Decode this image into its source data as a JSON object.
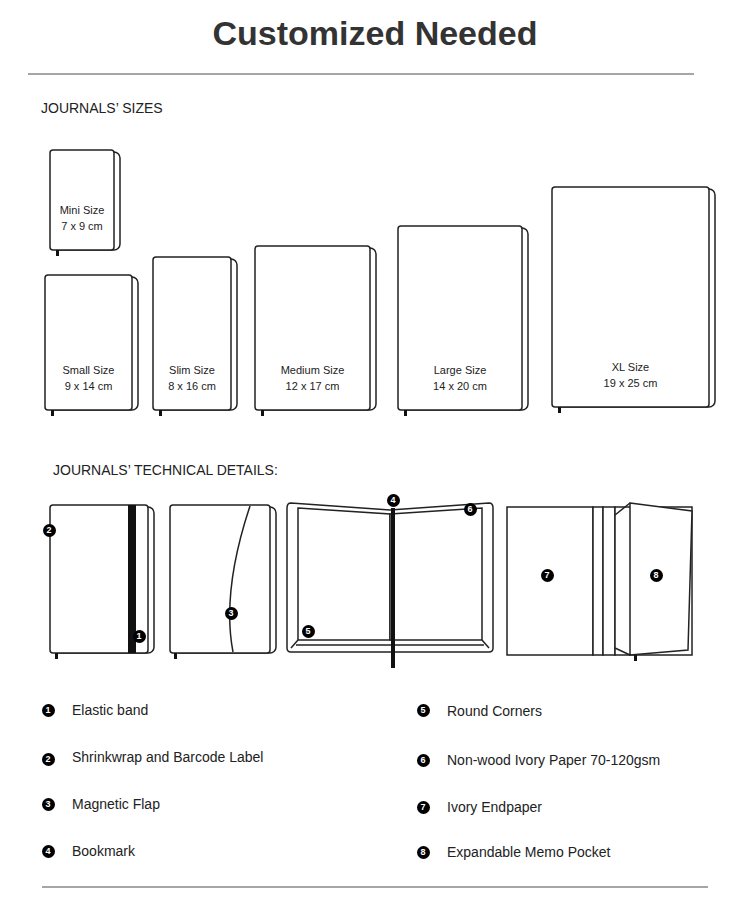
{
  "diagram": {
    "title": "Customized Needed",
    "nodes": [
      {
        "text": [
          "Mini Size",
          "7 x 9 cm"
        ]
      },
      {
        "text": [
          "Small Size",
          "9 x 14 cm"
        ]
      },
      {
        "text": [
          "Slim Size",
          "8 x 16 cm"
        ]
      },
      {
        "text": [
          "Medium Size",
          "12 x 17 cm"
        ]
      },
      {
        "text": [
          "Large Size",
          "14 x 20 cm"
        ]
      },
      {
        "text": [
          "XL Size",
          "19 x 25 cm"
        ]
      }
    ],
    "labels": [
      "JOURNALS’ SIZES",
      "JOURNALS’ TECHNICAL DETAILS:",
      "2",
      "1",
      "3",
      "4",
      "6",
      "5",
      "7",
      "8",
      "1",
      "Elastic band",
      "2",
      "Shrinkwrap and Barcode Label",
      "3",
      "Magnetic Flap",
      "4",
      "Bookmark",
      "5",
      "Round Corners",
      "6",
      "Non-wood Ivory Paper 70-120gsm",
      "7",
      "Ivory Endpaper",
      "8",
      "Expandable Memo Pocket"
    ]
  }
}
